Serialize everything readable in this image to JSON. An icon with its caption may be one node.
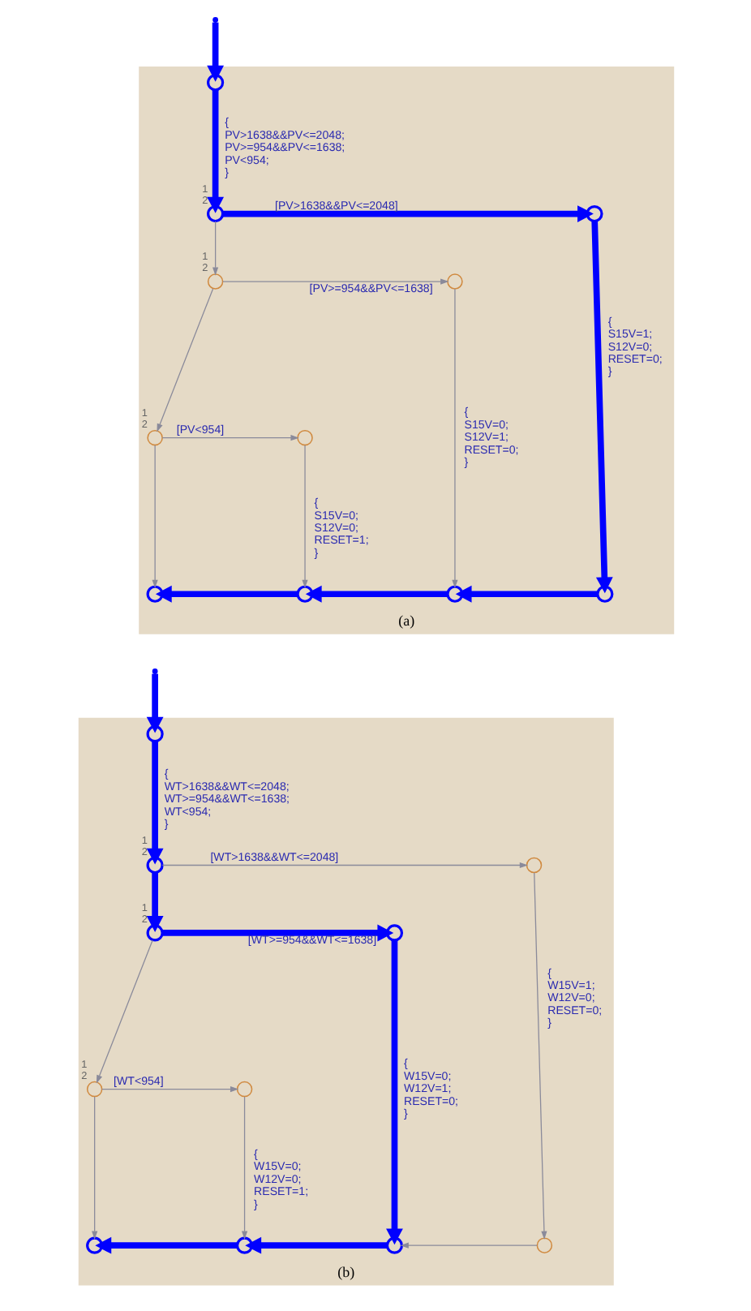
{
  "diagram": {
    "nodes": [
      {
        "text": [
          "(a)"
        ]
      },
      {
        "text": [],
        "shape": "circle",
        "in": 0
      },
      {
        "text": [],
        "shape": "circle",
        "in": 0,
        "beside": [
          "1",
          "2"
        ]
      },
      {
        "text": [],
        "shape": "circle",
        "in": 0
      },
      {
        "text": [],
        "shape": "circle",
        "in": 0,
        "beside": [
          "1",
          "2"
        ]
      },
      {
        "text": [],
        "shape": "circle",
        "in": 0
      },
      {
        "text": [],
        "shape": "circle",
        "in": 0,
        "beside": [
          "1",
          "2"
        ]
      },
      {
        "text": [],
        "shape": "circle",
        "in": 0
      },
      {
        "text": [],
        "shape": "circle",
        "in": 0
      },
      {
        "text": [],
        "shape": "circle",
        "in": 0
      },
      {
        "text": [],
        "shape": "circle",
        "in": 0
      },
      {
        "text": [],
        "shape": "circle",
        "in": 0
      },
      {
        "text": [
          "(b)"
        ]
      },
      {
        "text": [],
        "shape": "circle",
        "in": 12
      },
      {
        "text": [],
        "shape": "circle",
        "in": 12,
        "beside": [
          "1",
          "2"
        ]
      },
      {
        "text": [],
        "shape": "circle",
        "in": 12
      },
      {
        "text": [],
        "shape": "circle",
        "in": 12,
        "beside": [
          "1",
          "2"
        ]
      },
      {
        "text": [],
        "shape": "circle",
        "in": 12
      },
      {
        "text": [],
        "shape": "circle",
        "in": 12,
        "beside": [
          "1",
          "2"
        ]
      },
      {
        "text": [],
        "shape": "circle",
        "in": 12
      },
      {
        "text": [],
        "shape": "circle",
        "in": 12
      },
      {
        "text": [],
        "shape": "circle",
        "in": 12
      },
      {
        "text": [],
        "shape": "circle",
        "in": 12
      },
      {
        "text": [],
        "shape": "circle",
        "in": 12
      }
    ],
    "edges": [
      {
        "from": null,
        "to": 1,
        "arrow": "to",
        "style": "thick",
        "color": "#0000ff"
      },
      {
        "from": 1,
        "to": 2,
        "arrow": "to",
        "label": "{ PV>1638&&PV<=2048; PV>=954&&PV<=1638; PV<954; }",
        "style": "thick",
        "color": "#0000ff"
      },
      {
        "from": 2,
        "to": 3,
        "arrow": "to",
        "label": "[PV>1638&&PV<=2048]",
        "style": "thick",
        "color": "#0000ff"
      },
      {
        "from": 2,
        "to": 4,
        "arrow": "to",
        "color": "#8a8a9a"
      },
      {
        "from": 4,
        "to": 5,
        "arrow": "to",
        "label": "[PV>=954&&PV<=1638]",
        "color": "#8a8a9a"
      },
      {
        "from": 4,
        "to": 6,
        "arrow": "to",
        "color": "#8a8a9a"
      },
      {
        "from": 6,
        "to": 7,
        "arrow": "to",
        "label": "[PV<954]",
        "color": "#8a8a9a"
      },
      {
        "from": 6,
        "to": 8,
        "arrow": "to",
        "color": "#8a8a9a"
      },
      {
        "from": 7,
        "to": 9,
        "arrow": "to",
        "label": "{ S15V=0; S12V=0; RESET=1; }",
        "color": "#8a8a9a"
      },
      {
        "from": 5,
        "to": 10,
        "arrow": "to",
        "label": "{ S15V=0; S12V=1; RESET=0; }",
        "color": "#8a8a9a"
      },
      {
        "from": 3,
        "to": 11,
        "arrow": "to",
        "label": "{ S15V=1; S12V=0; RESET=0; }",
        "style": "thick",
        "color": "#0000ff"
      },
      {
        "from": 11,
        "to": 10,
        "arrow": "to",
        "style": "thick",
        "color": "#0000ff"
      },
      {
        "from": 10,
        "to": 9,
        "arrow": "to",
        "style": "thick",
        "color": "#0000ff"
      },
      {
        "from": 9,
        "to": 8,
        "arrow": "to",
        "style": "thick",
        "color": "#0000ff"
      },
      {
        "from": null,
        "to": 13,
        "arrow": "to",
        "style": "thick",
        "color": "#0000ff"
      },
      {
        "from": 13,
        "to": 14,
        "arrow": "to",
        "label": "{ WT>1638&&WT<=2048; WT>=954&&WT<=1638; WT<954; }",
        "style": "thick",
        "color": "#0000ff"
      },
      {
        "from": 14,
        "to": 15,
        "arrow": "to",
        "label": "[WT>1638&&WT<=2048]",
        "color": "#8a8a9a"
      },
      {
        "from": 14,
        "to": 16,
        "arrow": "to",
        "style": "thick",
        "color": "#0000ff"
      },
      {
        "from": 16,
        "to": 17,
        "arrow": "to",
        "label": "[WT>=954&&WT<=1638]",
        "style": "thick",
        "color": "#0000ff"
      },
      {
        "from": 16,
        "to": 18,
        "arrow": "to",
        "color": "#8a8a9a"
      },
      {
        "from": 18,
        "to": 19,
        "arrow": "to",
        "label": "[WT<954]",
        "color": "#8a8a9a"
      },
      {
        "from": 18,
        "to": 20,
        "arrow": "to",
        "color": "#8a8a9a"
      },
      {
        "from": 19,
        "to": 21,
        "arrow": "to",
        "label": "{ W15V=0; W12V=0; RESET=1; }",
        "color": "#8a8a9a"
      },
      {
        "from": 17,
        "to": 22,
        "arrow": "to",
        "label": "{ W15V=0; W12V=1; RESET=0; }",
        "style": "thick",
        "color": "#0000ff"
      },
      {
        "from": 15,
        "to": 23,
        "arrow": "to",
        "label": "{ W15V=1; W12V=0; RESET=0; }",
        "color": "#8a8a9a"
      },
      {
        "from": 23,
        "to": 22,
        "arrow": "to",
        "color": "#8a8a9a"
      },
      {
        "from": 22,
        "to": 21,
        "arrow": "to",
        "style": "thick",
        "color": "#0000ff"
      },
      {
        "from": 21,
        "to": 20,
        "arrow": "to",
        "style": "thick",
        "color": "#0000ff"
      }
    ]
  }
}
